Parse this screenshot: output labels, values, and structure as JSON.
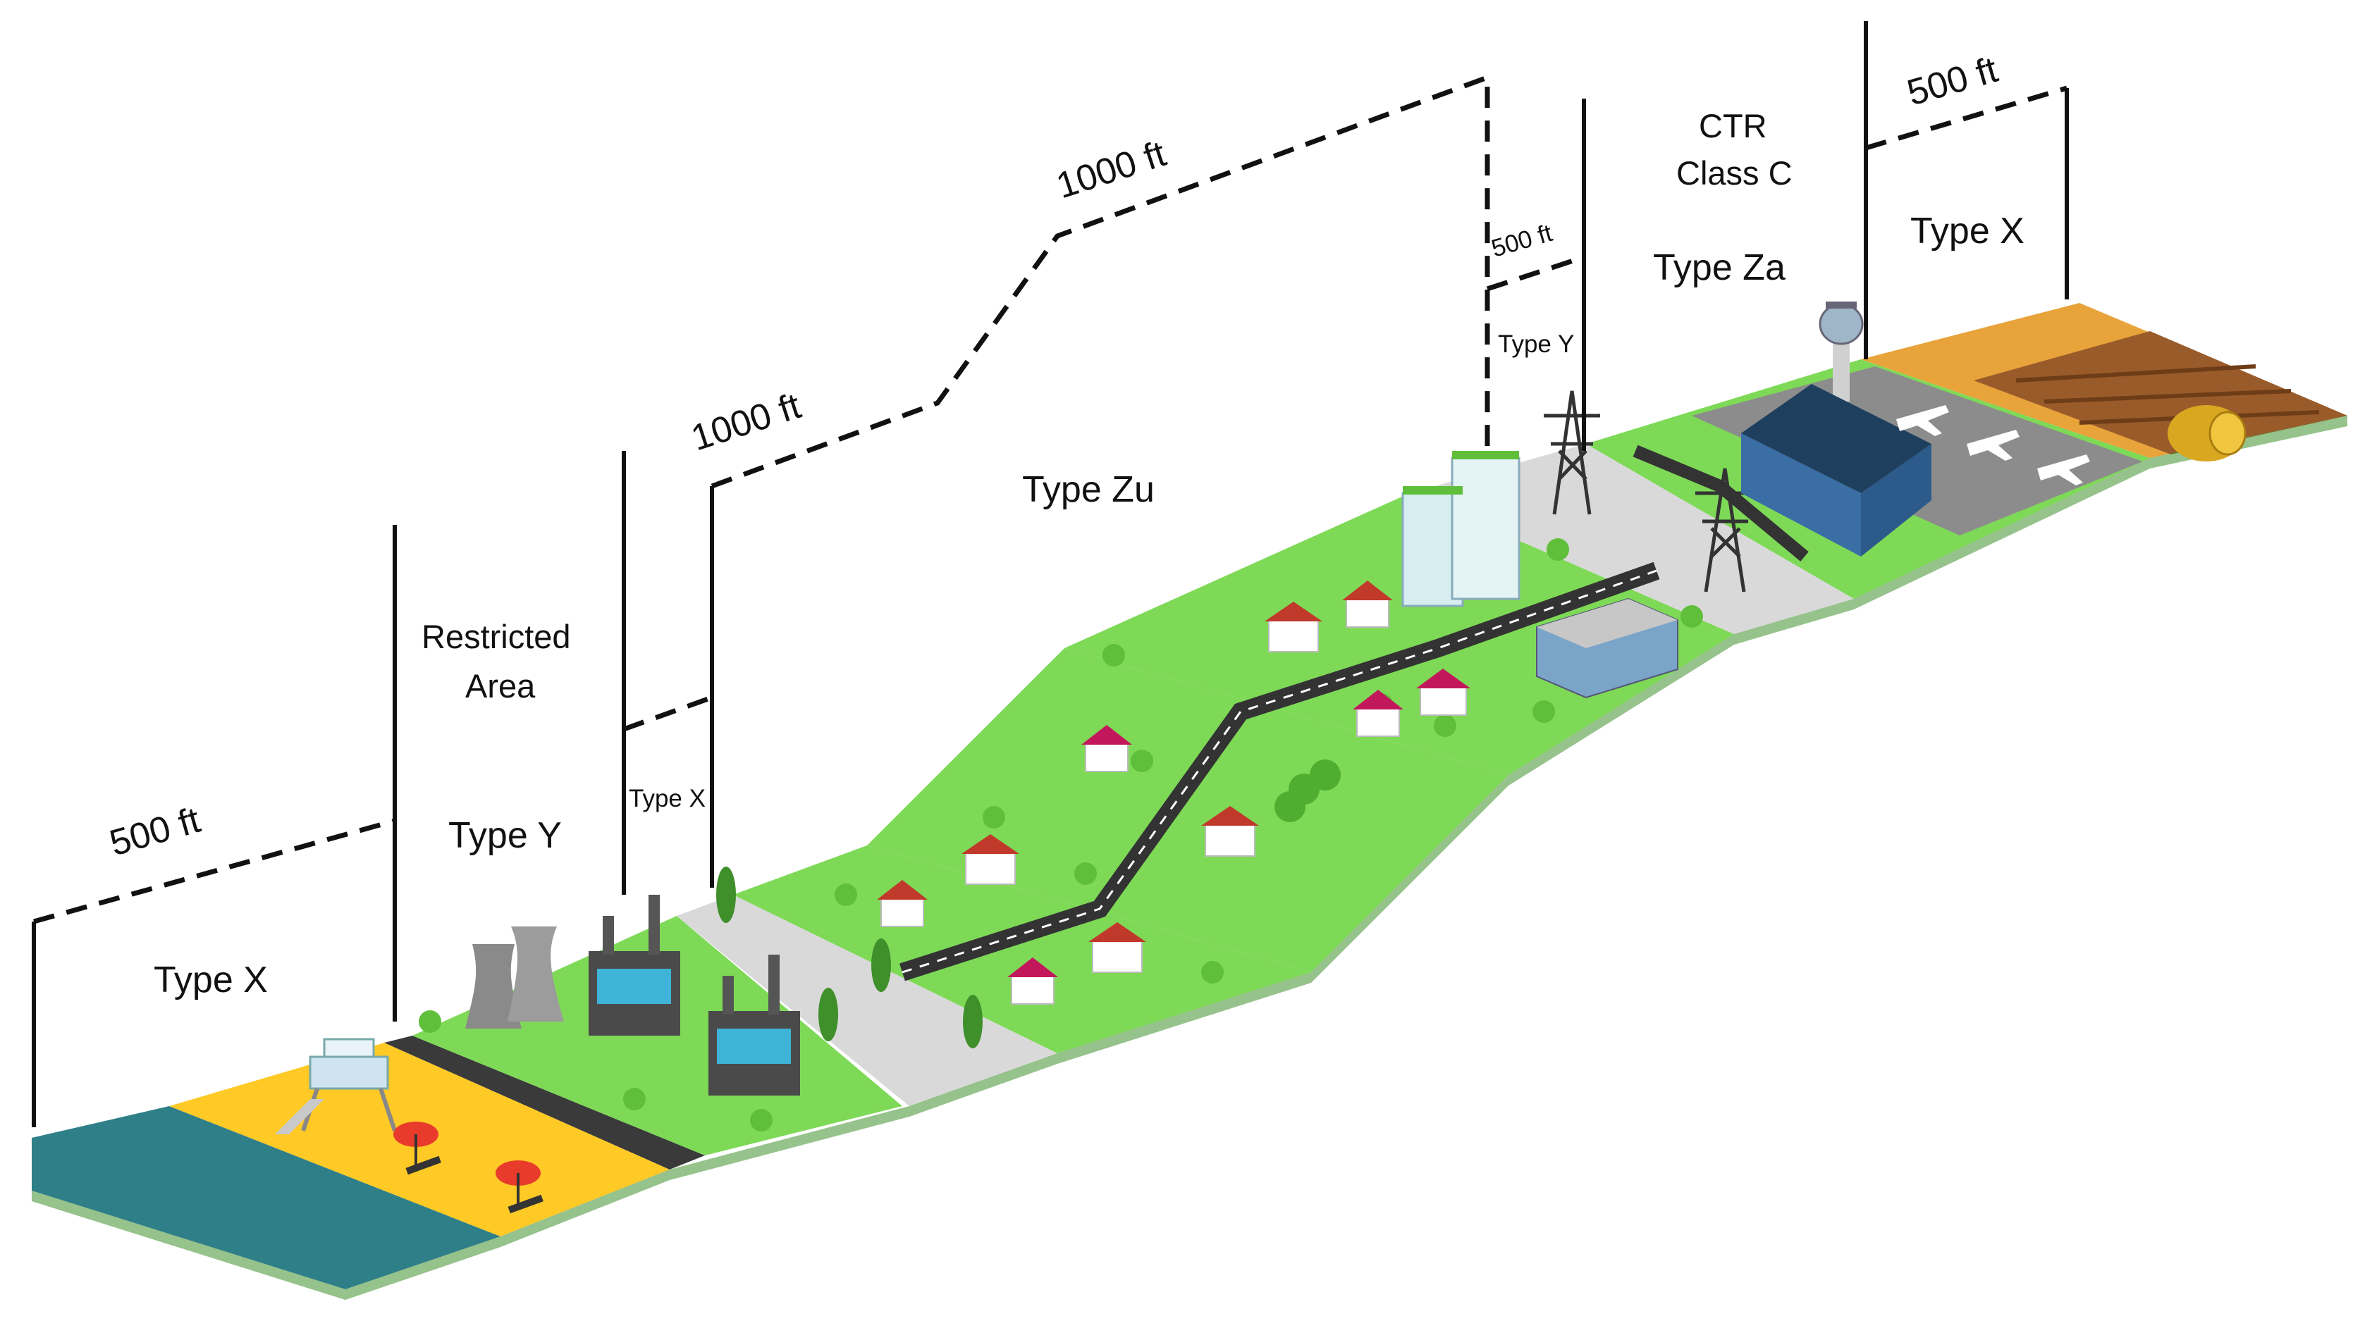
{
  "labels": {
    "left_type_x": "Type X",
    "left_500ft": "500 ft",
    "restricted_line1": "Restricted",
    "restricted_line2": "Area",
    "type_y_main": "Type Y",
    "type_x_small": "Type X",
    "lower_1000ft": "1000 ft",
    "upper_1000ft": "1000 ft",
    "type_zu": "Type Zu",
    "mid_500ft": "500 ft",
    "type_y_small": "Type Y",
    "ctr_line1": "CTR",
    "ctr_line2": "Class C",
    "type_za": "Type Za",
    "right_500ft": "500 ft",
    "right_type_x": "Type X"
  },
  "colors": {
    "sea": "#2f7f88",
    "sand": "#ffc926",
    "grass": "#7ed957",
    "grass_dark": "#5fbf3a",
    "road": "#3a3a3a",
    "concrete": "#d9d9d9",
    "field": "#e8a33a",
    "soil": "#9a5b2a"
  },
  "icons": [
    "lifeguard-tower-icon",
    "beach-umbrella-icon",
    "cooling-tower-icon",
    "factory-icon",
    "house-icon",
    "tree-icon",
    "office-tower-icon",
    "warehouse-icon",
    "pylon-icon",
    "control-tower-icon",
    "terminal-icon",
    "airplane-icon",
    "hay-bale-icon"
  ]
}
